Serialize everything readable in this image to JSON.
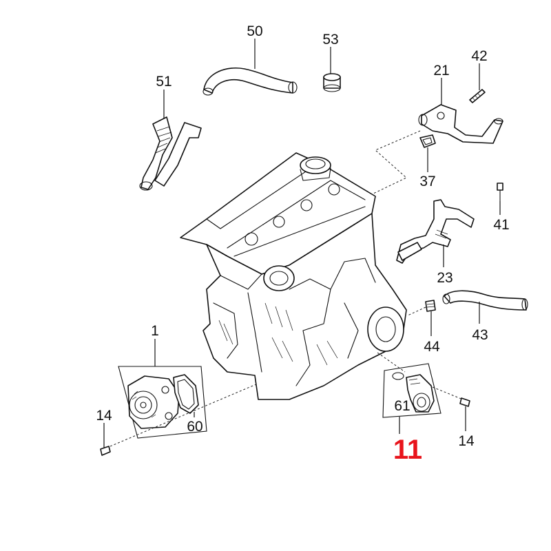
{
  "callouts": {
    "c50": "50",
    "c53": "53",
    "c42": "42",
    "c21": "21",
    "c51": "51",
    "c37": "37",
    "c41": "41",
    "c23": "23",
    "c43": "43",
    "c44": "44",
    "c1": "1",
    "c14_left": "14",
    "c60": "60",
    "c61": "61",
    "c14_right": "14",
    "c11": "11"
  },
  "colors": {
    "line": "#111111",
    "highlight_callout": "#e8141c"
  }
}
